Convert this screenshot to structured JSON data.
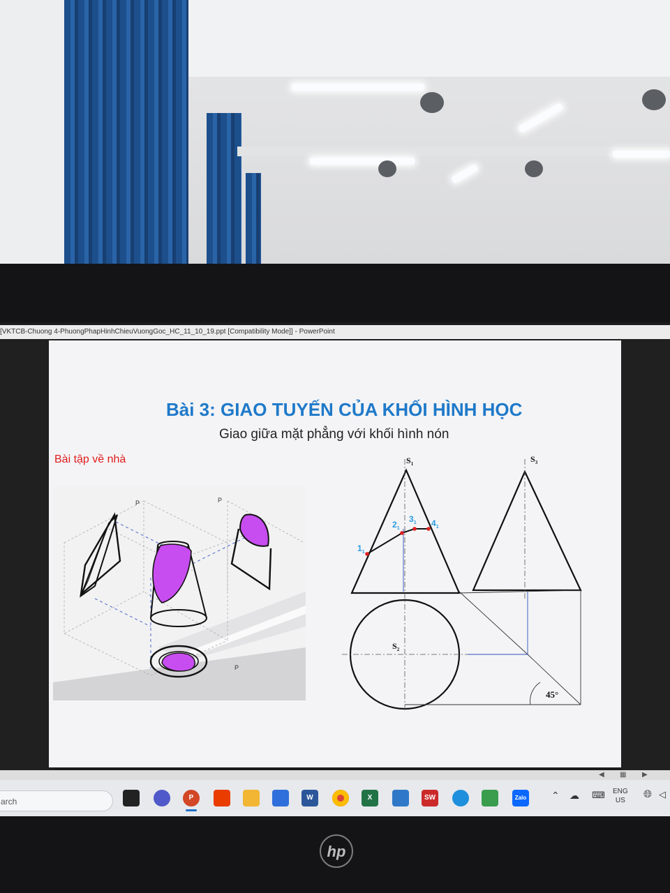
{
  "window": {
    "title": "[VKTCB-Chuong 4-PhuongPhapHinhChieuVuongGoc_HC_11_10_19.ppt [Compatibility Mode]] - PowerPoint"
  },
  "slide": {
    "title": "Bài 3: GIAO TUYẾN CỦA KHỐI HÌNH HỌC",
    "subtitle": "Giao giữa mặt phẳng với khối hình nón",
    "note": "Bài tập về nhà",
    "illustration": {
      "labels": [
        "P",
        "P",
        "P"
      ],
      "shape_fill": "#c84df0"
    },
    "drawing": {
      "apex_front": "S",
      "apex_front_sub": "1",
      "apex_side": "S",
      "apex_side_sub": "3",
      "apex_top": "S",
      "apex_top_sub": "2",
      "points": [
        {
          "n": "1",
          "sub": "1",
          "color": "#2a9be0"
        },
        {
          "n": "2",
          "sub": "1",
          "color": "#2a9be0"
        },
        {
          "n": "3",
          "sub": "1",
          "color": "#2a9be0"
        },
        {
          "n": "4",
          "sub": "1",
          "color": "#2a9be0"
        }
      ],
      "angle_label": "45°",
      "point_color": "#e02020"
    }
  },
  "taskbar": {
    "search_text": "arch",
    "apps": [
      {
        "name": "task-view-icon",
        "label": ""
      },
      {
        "name": "meet-icon",
        "label": ""
      },
      {
        "name": "powerpoint-icon",
        "label": "P"
      },
      {
        "name": "office-icon",
        "label": ""
      },
      {
        "name": "file-explorer-icon",
        "label": ""
      },
      {
        "name": "store-icon",
        "label": ""
      },
      {
        "name": "word-icon",
        "label": "W"
      },
      {
        "name": "chrome-icon",
        "label": ""
      },
      {
        "name": "excel-icon",
        "label": "X"
      },
      {
        "name": "calculator-icon",
        "label": ""
      },
      {
        "name": "solidworks-icon",
        "label": "SW"
      },
      {
        "name": "edge-icon",
        "label": ""
      },
      {
        "name": "camtasia-icon",
        "label": ""
      },
      {
        "name": "zalo-icon",
        "label": "Zalo"
      }
    ],
    "lang_line1": "ENG",
    "lang_line2": "US"
  },
  "laptop": {
    "brand": "hp"
  }
}
